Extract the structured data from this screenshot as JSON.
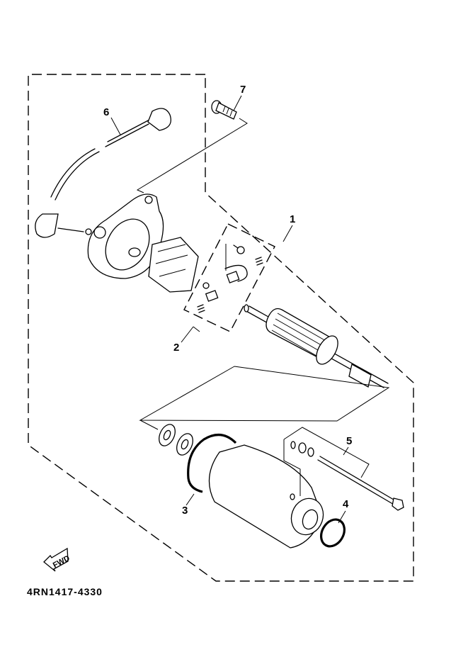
{
  "diagram": {
    "title": "Starting motor exploded parts diagram",
    "drawing_code": "4RN1417-4330",
    "direction_indicator": "FWD",
    "callouts": [
      {
        "number": "1",
        "part": "starting motor assembly (armature)"
      },
      {
        "number": "2",
        "part": "brush set"
      },
      {
        "number": "3",
        "part": "o-ring (large)"
      },
      {
        "number": "4",
        "part": "o-ring (small)"
      },
      {
        "number": "5",
        "part": "bolt with washers"
      },
      {
        "number": "6",
        "part": "lead wire with cap"
      },
      {
        "number": "7",
        "part": "screw"
      }
    ]
  }
}
